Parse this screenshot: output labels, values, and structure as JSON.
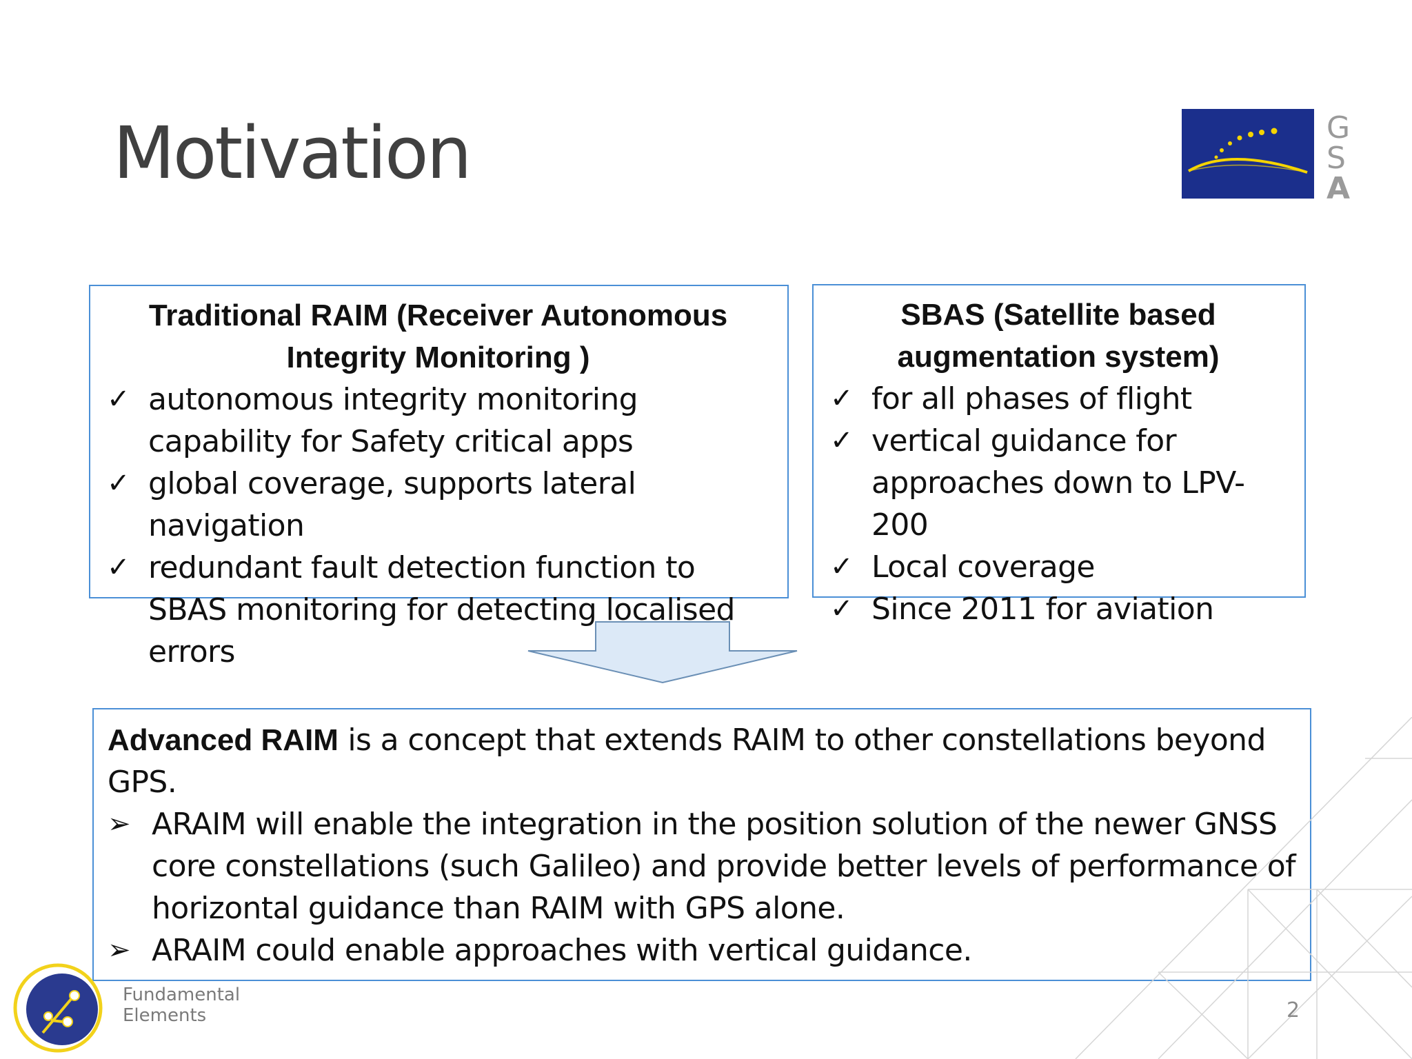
{
  "slide": {
    "title": "Motivation",
    "page_number": "2"
  },
  "logo": {
    "letters": [
      "G",
      "S",
      "A"
    ],
    "flag_color": "#1b2f8c",
    "star_color": "#f5d400"
  },
  "left_box": {
    "heading_line1": "Traditional RAIM (Receiver Autonomous",
    "heading_line2": "Integrity Monitoring )",
    "items": [
      "autonomous integrity monitoring capability for Safety critical apps",
      "global coverage, supports lateral navigation",
      "redundant fault detection function to SBAS monitoring for detecting localised errors"
    ]
  },
  "right_box": {
    "heading_line1": "SBAS (Satellite based",
    "heading_line2": "augmentation system)",
    "items": [
      "for all phases of flight",
      "vertical guidance for approaches down to LPV-200",
      "Local coverage",
      "Since 2011 for aviation"
    ]
  },
  "bottom_box": {
    "intro_bold": "Advanced RAIM",
    "intro_rest": " is a concept that extends RAIM to other constellations beyond GPS.",
    "items": [
      "ARAIM will enable the integration in the position solution of the newer GNSS core constellations (such Galileo) and provide better levels of performance of horizontal guidance than RAIM with GPS alone.",
      "ARAIM could enable approaches with vertical guidance."
    ]
  },
  "footer": {
    "brand_line1": "Fundamental",
    "brand_line2": "Elements"
  },
  "icons": {
    "check": "✓",
    "arrow_bullet": "➢"
  },
  "colors": {
    "box_border": "#4a8fd6",
    "arrow_fill": "#dce9f7",
    "title_text": "#404040"
  }
}
